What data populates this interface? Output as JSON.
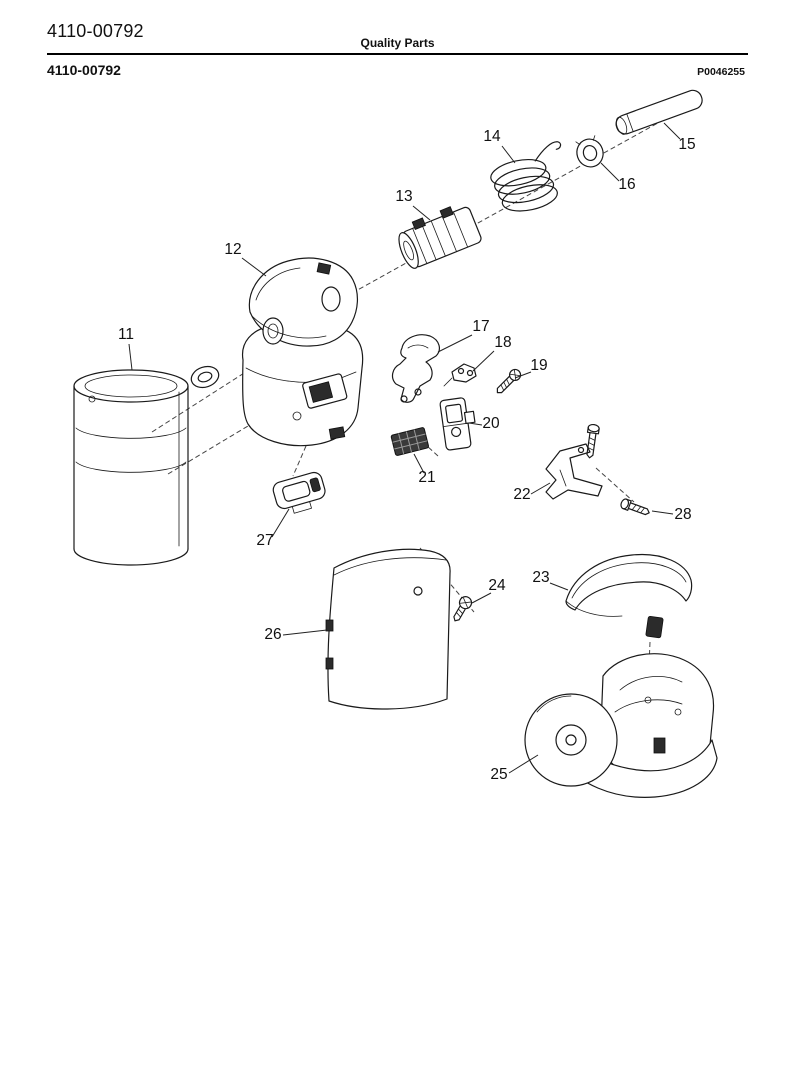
{
  "header": {
    "doc_number": "4110-00792",
    "quality_label": "Quality Parts",
    "model_number": "4110-00792",
    "figure_code": "P0046255"
  },
  "diagram": {
    "callouts": {
      "c11": "11",
      "c12": "12",
      "c13": "13",
      "c14": "14",
      "c15": "15",
      "c16": "16",
      "c17": "17",
      "c18": "18",
      "c19": "19",
      "c20": "20",
      "c21": "21",
      "c22": "22",
      "c23": "23",
      "c24": "24",
      "c25": "25",
      "c26": "26",
      "c27": "27",
      "c28": "28"
    }
  }
}
